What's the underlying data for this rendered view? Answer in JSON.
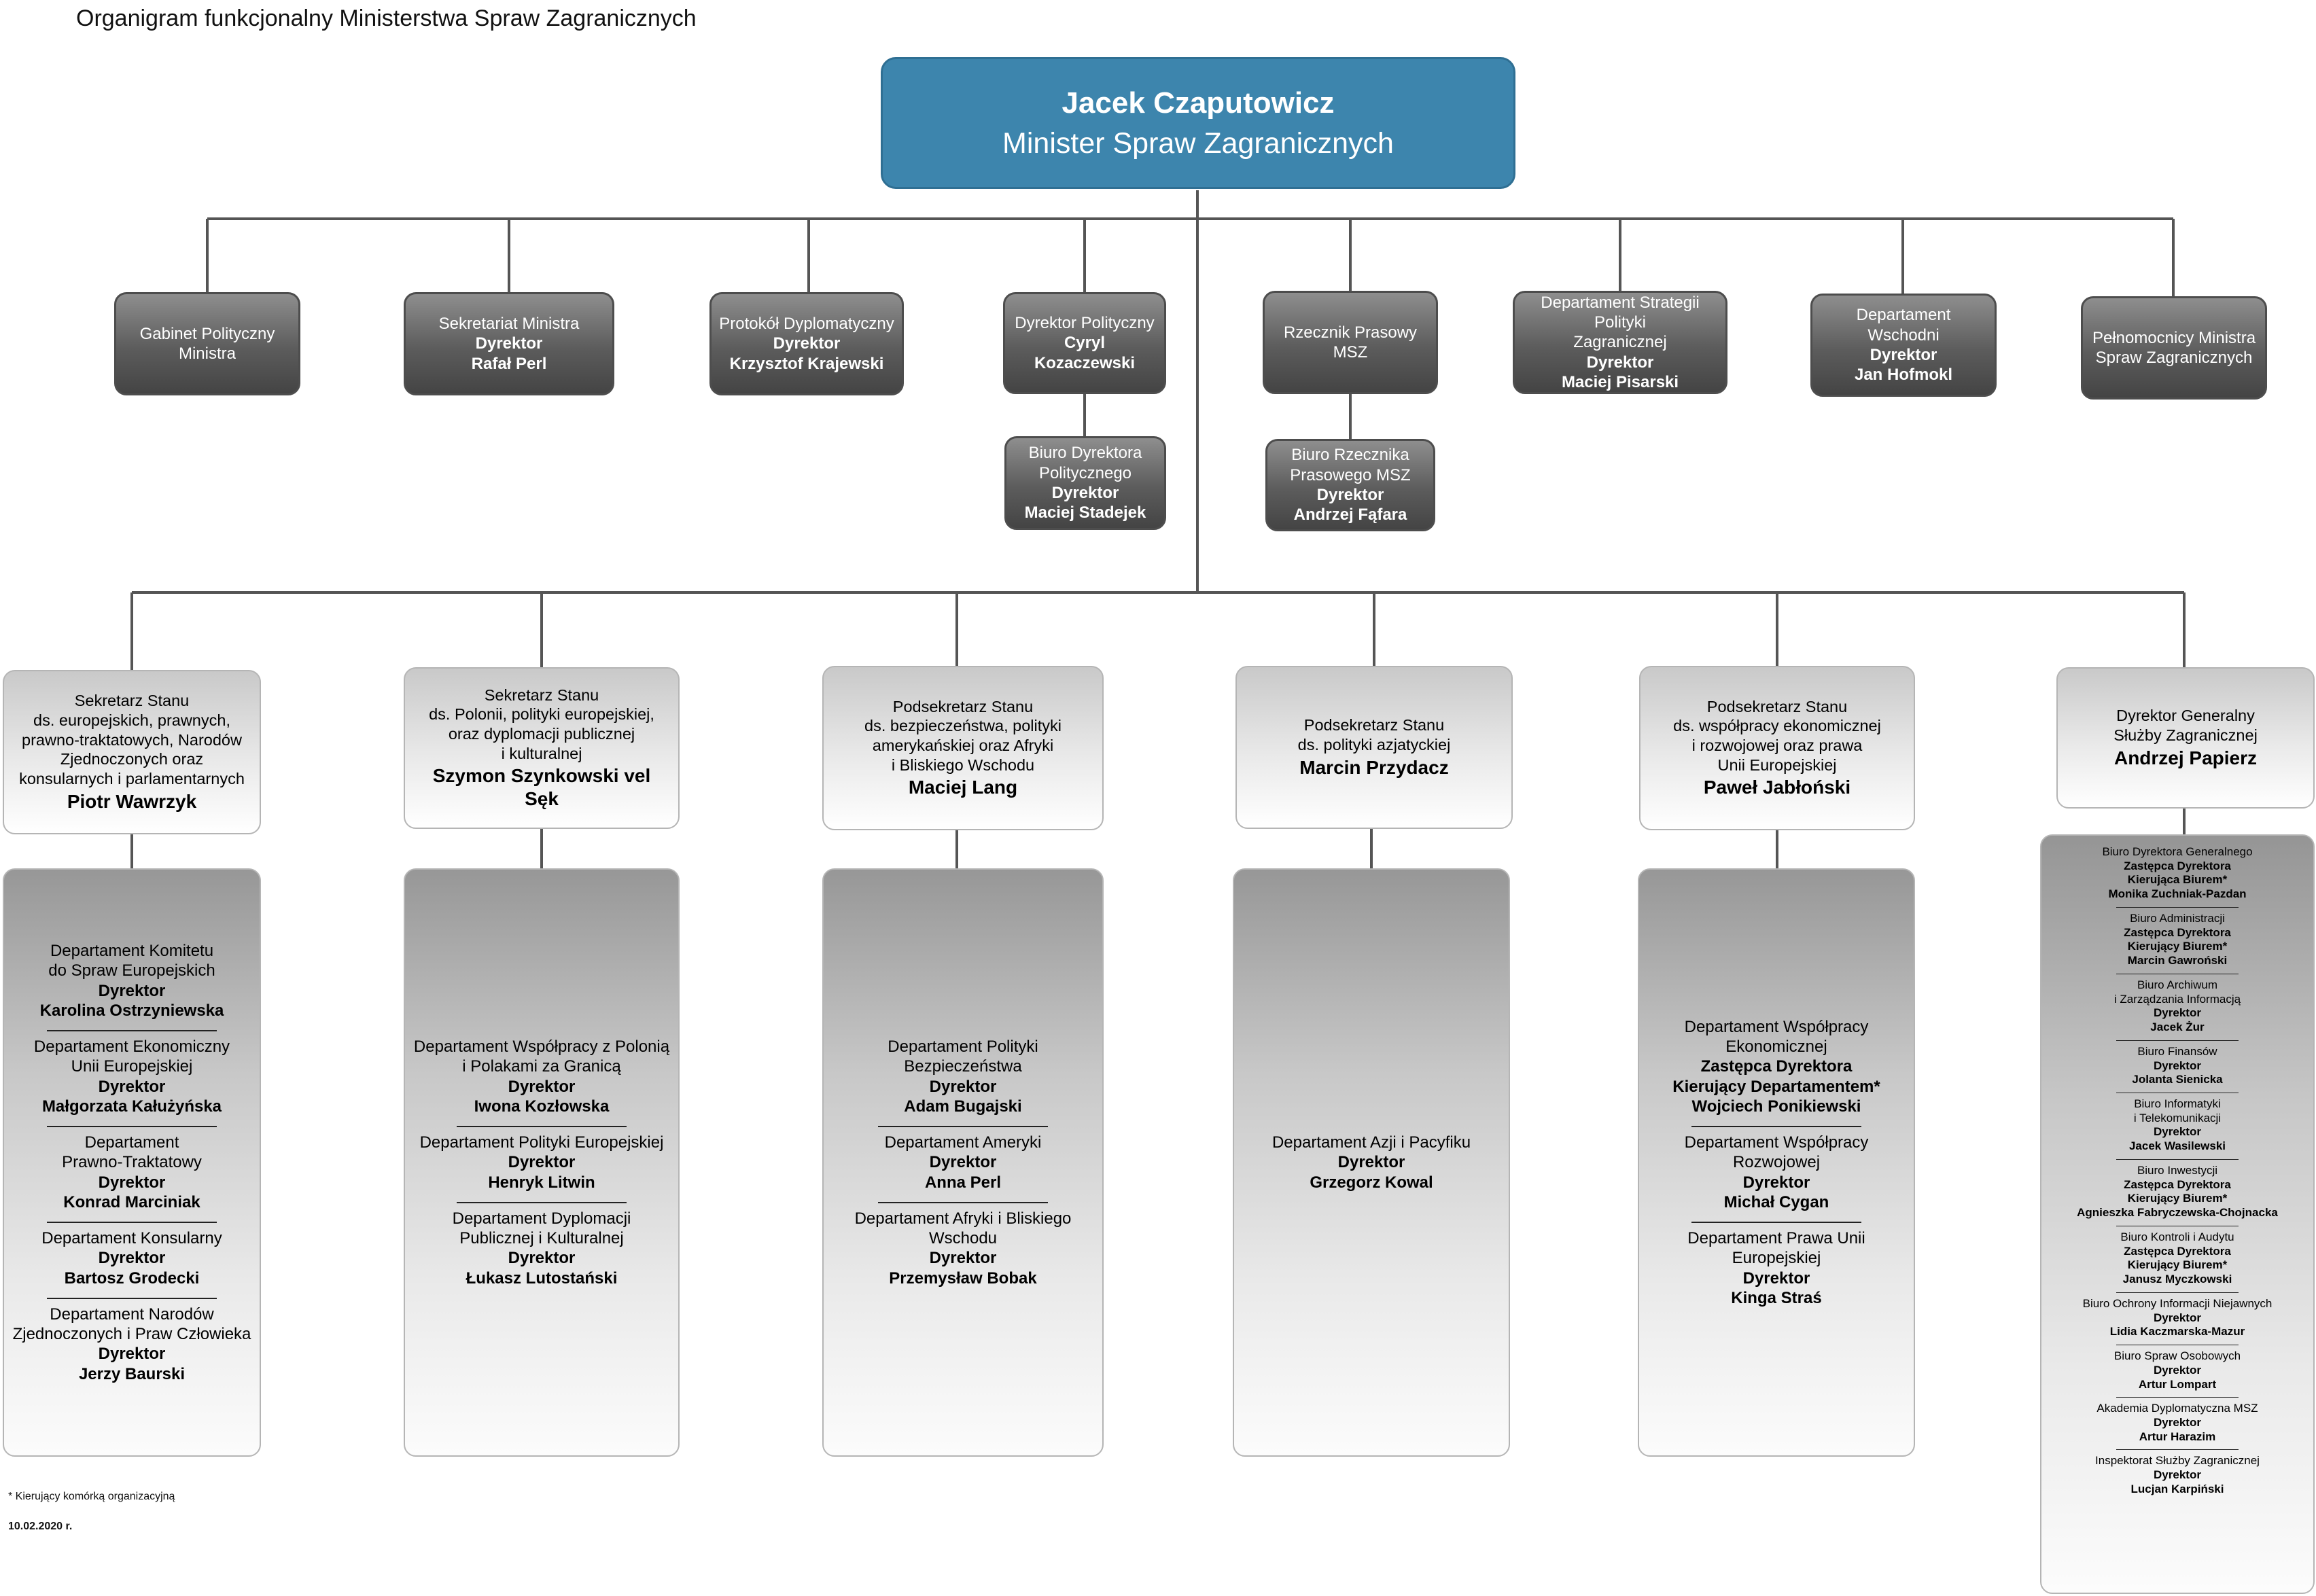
{
  "title": "Organigram funkcjonalny Ministerstwa Spraw Zagranicznych",
  "minister": {
    "name": "Jacek Czaputowicz",
    "role": "Minister Spraw Zagranicznych"
  },
  "top_units": [
    {
      "lines": [
        "Gabinet Polityczny",
        "Ministra"
      ],
      "bold": []
    },
    {
      "lines": [
        "Sekretariat Ministra"
      ],
      "bold": [
        "Dyrektor",
        "Rafał Perl"
      ]
    },
    {
      "lines": [
        "Protokół Dyplomatyczny"
      ],
      "bold": [
        "Dyrektor",
        "Krzysztof Krajewski"
      ]
    },
    {
      "lines": [
        "Dyrektor Polityczny"
      ],
      "bold": [
        "Cyryl Kozaczewski"
      ]
    },
    {
      "lines": [
        "Rzecznik Prasowy",
        "MSZ"
      ],
      "bold": []
    },
    {
      "lines": [
        "Departament Strategii Polityki",
        "Zagranicznej"
      ],
      "bold": [
        "Dyrektor",
        "Maciej Pisarski"
      ]
    },
    {
      "lines": [
        "Departament Wschodni"
      ],
      "bold": [
        "Dyrektor",
        "Jan Hofmokl"
      ]
    },
    {
      "lines": [
        "Pełnomocnicy Ministra",
        "Spraw Zagranicznych"
      ],
      "bold": []
    }
  ],
  "sub_units": [
    {
      "lines": [
        "Biuro Dyrektora",
        "Politycznego"
      ],
      "bold": [
        "Dyrektor",
        "Maciej Stadejek"
      ]
    },
    {
      "lines": [
        "Biuro Rzecznika",
        "Prasowego MSZ"
      ],
      "bold": [
        "Dyrektor",
        "Andrzej Fąfara"
      ]
    }
  ],
  "secretaries": [
    {
      "lines": [
        "Sekretarz Stanu",
        "ds. europejskich, prawnych,",
        "prawno-traktatowych,  Narodów",
        "Zjednoczonych oraz",
        "konsularnych i parlamentarnych"
      ],
      "name": "Piotr Wawrzyk"
    },
    {
      "lines": [
        "Sekretarz Stanu",
        "ds. Polonii, polityki europejskiej,",
        "oraz dyplomacji publicznej",
        "i kulturalnej"
      ],
      "name": "Szymon Szynkowski vel Sęk"
    },
    {
      "lines": [
        "Podsekretarz Stanu",
        "ds. bezpieczeństwa, polityki",
        "amerykańskiej oraz Afryki",
        "i Bliskiego Wschodu"
      ],
      "name": "Maciej Lang"
    },
    {
      "lines": [
        "Podsekretarz Stanu",
        "ds. polityki azjatyckiej"
      ],
      "name": "Marcin Przydacz"
    },
    {
      "lines": [
        "Podsekretarz Stanu",
        "ds. współpracy ekonomicznej",
        "i rozwojowej oraz prawa",
        "Unii Europejskiej"
      ],
      "name": "Paweł Jabłoński"
    },
    {
      "lines": [
        "Dyrektor Generalny",
        "Służby Zagranicznej"
      ],
      "name": "Andrzej Papierz"
    }
  ],
  "departments": [
    [
      {
        "lines": [
          "Departament Komitetu",
          "do Spraw Europejskich"
        ],
        "bold": [
          "Dyrektor",
          "Karolina Ostrzyniewska"
        ]
      },
      {
        "lines": [
          "Departament Ekonomiczny",
          "Unii Europejskiej"
        ],
        "bold": [
          "Dyrektor",
          "Małgorzata Kałużyńska"
        ]
      },
      {
        "lines": [
          "Departament",
          "Prawno-Traktatowy"
        ],
        "bold": [
          "Dyrektor",
          "Konrad Marciniak"
        ]
      },
      {
        "lines": [
          "Departament Konsularny"
        ],
        "bold": [
          "Dyrektor",
          "Bartosz Grodecki"
        ]
      },
      {
        "lines": [
          "Departament Narodów",
          "Zjednoczonych i Praw Człowieka"
        ],
        "bold": [
          "Dyrektor",
          "Jerzy Baurski"
        ]
      }
    ],
    [
      {
        "lines": [
          "Departament Współpracy z Polonią",
          "i Polakami za Granicą"
        ],
        "bold": [
          "Dyrektor",
          "Iwona Kozłowska"
        ]
      },
      {
        "lines": [
          "Departament Polityki Europejskiej"
        ],
        "bold": [
          "Dyrektor",
          "Henryk Litwin"
        ]
      },
      {
        "lines": [
          "Departament Dyplomacji",
          "Publicznej i Kulturalnej"
        ],
        "bold": [
          "Dyrektor",
          "Łukasz Lutostański"
        ]
      }
    ],
    [
      {
        "lines": [
          "Departament Polityki",
          "Bezpieczeństwa"
        ],
        "bold": [
          "Dyrektor",
          "Adam Bugajski"
        ]
      },
      {
        "lines": [
          "Departament Ameryki"
        ],
        "bold": [
          "Dyrektor",
          "Anna Perl"
        ]
      },
      {
        "lines": [
          "Departament Afryki i Bliskiego",
          "Wschodu"
        ],
        "bold": [
          "Dyrektor",
          "Przemysław Bobak"
        ]
      }
    ],
    [
      {
        "lines": [
          "Departament Azji i Pacyfiku"
        ],
        "bold": [
          "Dyrektor",
          "Grzegorz Kowal"
        ]
      }
    ],
    [
      {
        "lines": [
          "Departament Współpracy",
          "Ekonomicznej"
        ],
        "bold": [
          "Zastępca Dyrektora",
          "Kierujący Departamentem*",
          "Wojciech Ponikiewski"
        ]
      },
      {
        "lines": [
          "Departament Współpracy",
          "Rozwojowej"
        ],
        "bold": [
          "Dyrektor",
          "Michał Cygan"
        ]
      },
      {
        "lines": [
          "Departament Prawa Unii",
          "Europejskiej"
        ],
        "bold": [
          "Dyrektor",
          "Kinga Straś"
        ]
      }
    ]
  ],
  "bureaus": [
    {
      "lines": [
        "Biuro Dyrektora Generalnego"
      ],
      "bold": [
        "Zastępca Dyrektora",
        "Kierująca Biurem*",
        "Monika Zuchniak-Pazdan"
      ]
    },
    {
      "lines": [
        "Biuro Administracji"
      ],
      "bold": [
        "Zastępca Dyrektora",
        "Kierujący Biurem*",
        "Marcin Gawroński"
      ]
    },
    {
      "lines": [
        "Biuro Archiwum",
        "i Zarządzania Informacją"
      ],
      "bold": [
        "Dyrektor",
        "Jacek Żur"
      ]
    },
    {
      "lines": [
        "Biuro Finansów"
      ],
      "bold": [
        "Dyrektor",
        "Jolanta Sienicka"
      ]
    },
    {
      "lines": [
        "Biuro Informatyki",
        "i Telekomunikacji"
      ],
      "bold": [
        "Dyrektor",
        "Jacek Wasilewski"
      ]
    },
    {
      "lines": [
        "Biuro Inwestycji"
      ],
      "bold": [
        "Zastępca Dyrektora",
        "Kierujący Biurem*",
        "Agnieszka Fabryczewska-Chojnacka"
      ]
    },
    {
      "lines": [
        "Biuro Kontroli i Audytu"
      ],
      "bold": [
        "Zastępca Dyrektora",
        "Kierujący Biurem*",
        "Janusz Myczkowski"
      ]
    },
    {
      "lines": [
        "Biuro Ochrony Informacji Niejawnych"
      ],
      "bold": [
        "Dyrektor",
        "Lidia Kaczmarska-Mazur"
      ]
    },
    {
      "lines": [
        "Biuro Spraw Osobowych"
      ],
      "bold": [
        "Dyrektor",
        "Artur Lompart"
      ]
    },
    {
      "lines": [
        "Akademia Dyplomatyczna MSZ"
      ],
      "bold": [
        "Dyrektor",
        "Artur Harazim"
      ]
    },
    {
      "lines": [
        "Inspektorat Służby Zagranicznej"
      ],
      "bold": [
        "Dyrektor",
        "Lucjan Karpiński"
      ]
    }
  ],
  "footnote": "* Kierujący komórką organizacyjną",
  "date": "10.02.2020 r.",
  "colors": {
    "minister": "#3d85ad",
    "line": "#555555"
  }
}
